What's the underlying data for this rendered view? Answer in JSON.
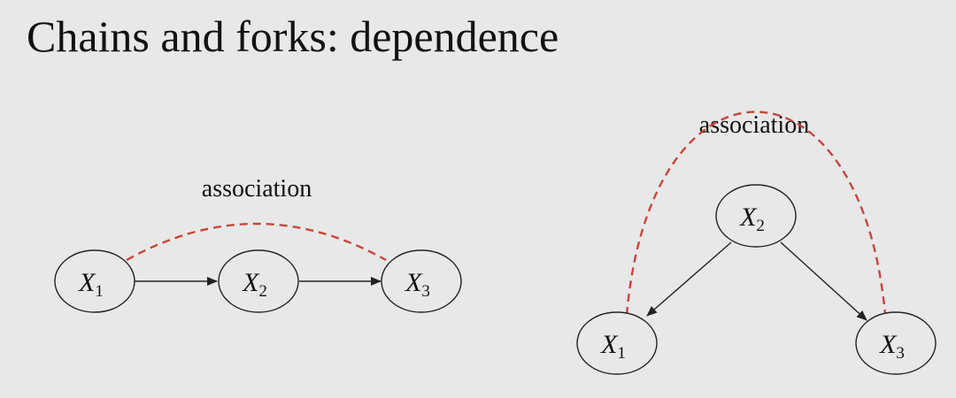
{
  "slide": {
    "title": "Chains and forks: dependence"
  },
  "colors": {
    "background": "#e8e8e8",
    "association_curve": "#c8453c",
    "edge": "#222222"
  },
  "chain": {
    "association_label": "association",
    "nodes": [
      {
        "var": "X",
        "sub": "1"
      },
      {
        "var": "X",
        "sub": "2"
      },
      {
        "var": "X",
        "sub": "3"
      }
    ],
    "edges": [
      {
        "from": "X1",
        "to": "X2"
      },
      {
        "from": "X2",
        "to": "X3"
      }
    ],
    "association": {
      "between": [
        "X1",
        "X3"
      ],
      "style": "dashed"
    }
  },
  "fork": {
    "association_label": "association",
    "nodes": [
      {
        "var": "X",
        "sub": "2"
      },
      {
        "var": "X",
        "sub": "1"
      },
      {
        "var": "X",
        "sub": "3"
      }
    ],
    "edges": [
      {
        "from": "X2",
        "to": "X1"
      },
      {
        "from": "X2",
        "to": "X3"
      }
    ],
    "association": {
      "between": [
        "X1",
        "X3"
      ],
      "style": "dashed"
    }
  }
}
